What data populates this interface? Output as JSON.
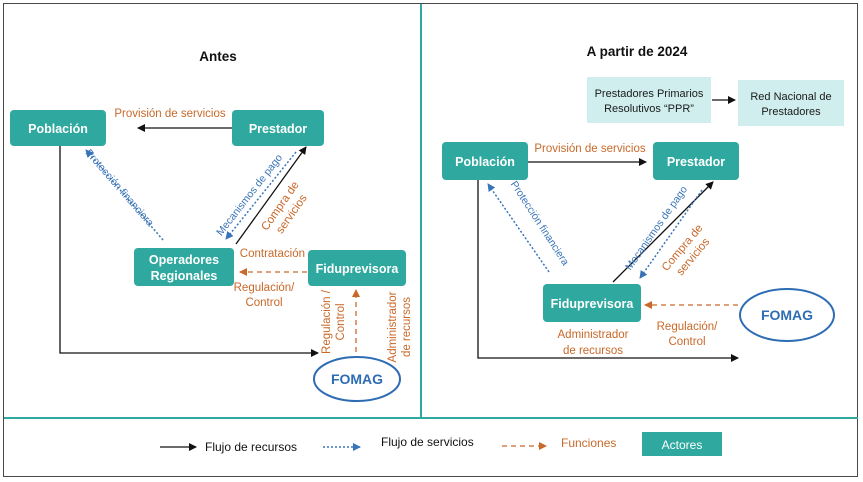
{
  "panels": {
    "left_title": "Antes",
    "right_title": "A partir de 2024"
  },
  "left": {
    "poblacion": "Población",
    "prestador": "Prestador",
    "operadores_line1": "Operadores",
    "operadores_line2": "Regionales",
    "fiduprevisora": "Fiduprevisora",
    "fomag": "FOMAG",
    "provision": "Provisión de servicios",
    "proteccion": "Protección financiera",
    "mecanismos": "Mecanismos de pago",
    "compra_line1": "Compra de",
    "compra_line2": "servicios",
    "contratacion": "Contratación",
    "regulacion_line1": "Regulación/",
    "regulacion_line2": "Control",
    "reg_vertical_line1": "Regulación /",
    "reg_vertical_line2": "Control",
    "admin_line1": "Administrador",
    "admin_line2": "de recursos"
  },
  "right": {
    "ppr_line1": "Prestadores Primarios",
    "ppr_line2": "Resolutivos “PPR”",
    "red_line1": "Red Nacional de",
    "red_line2": "Prestadores",
    "poblacion": "Población",
    "prestador": "Prestador",
    "fiduprevisora": "Fiduprevisora",
    "fomag": "FOMAG",
    "provision": "Provisión de servicios",
    "proteccion": "Protección financiera",
    "mecanismos": "Mecanismos de pago",
    "compra_line1": "Compra de",
    "compra_line2": "servicios",
    "regulacion_line1": "Regulación/",
    "regulacion_line2": "Control",
    "admin_line1": "Administrador",
    "admin_line2": "de recursos"
  },
  "legend": {
    "recursos": "Flujo de recursos",
    "servicios": "Flujo de servicios",
    "funciones": "Funciones",
    "actores": "Actores"
  },
  "colors": {
    "actor": "#2fa99f",
    "light_box": "#cfeeed",
    "orange": "#c8692a",
    "blue": "#3a74b8",
    "divider": "#2fa99f"
  }
}
